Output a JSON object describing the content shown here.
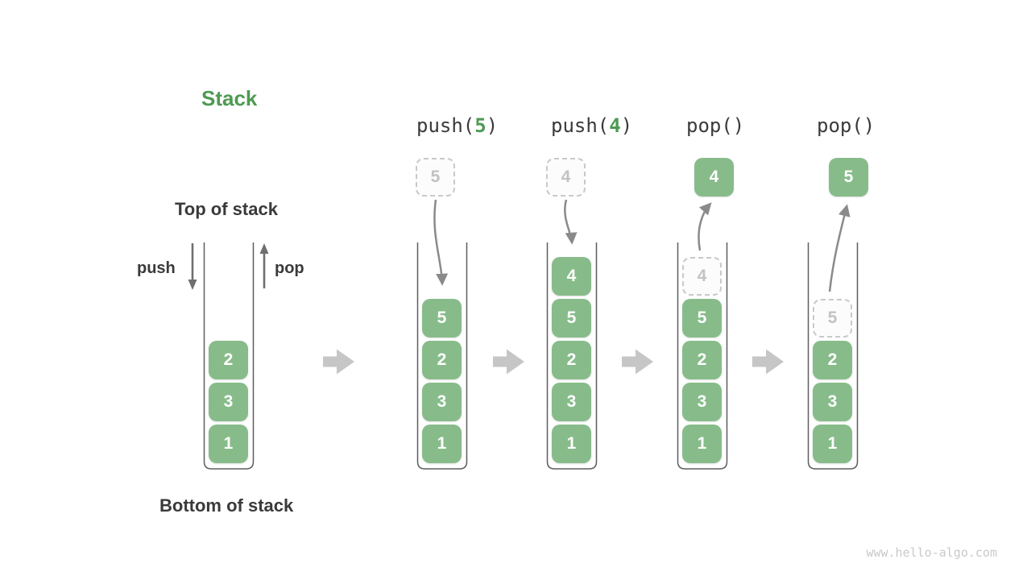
{
  "title": "Stack",
  "annotations": {
    "top_of_stack": "Top of stack",
    "bottom_of_stack": "Bottom of stack",
    "push_arrow_label": "push",
    "pop_arrow_label": "pop"
  },
  "operations": [
    {
      "label_prefix": "push(",
      "label_arg": "5",
      "label_suffix": ")"
    },
    {
      "label_prefix": "push(",
      "label_arg": "4",
      "label_suffix": ")"
    },
    {
      "label_prefix": "pop()",
      "label_arg": "",
      "label_suffix": ""
    },
    {
      "label_prefix": "pop()",
      "label_arg": "",
      "label_suffix": ""
    }
  ],
  "stacks": [
    {
      "items": [
        "2",
        "3",
        "1"
      ]
    },
    {
      "incoming": "5",
      "items": [
        "5",
        "2",
        "3",
        "1"
      ]
    },
    {
      "incoming": "4",
      "items": [
        "4",
        "5",
        "2",
        "3",
        "1"
      ]
    },
    {
      "outgoing": "4",
      "ghost": "4",
      "items": [
        "5",
        "2",
        "3",
        "1"
      ]
    },
    {
      "outgoing": "5",
      "ghost": "5",
      "items": [
        "2",
        "3",
        "1"
      ]
    }
  ],
  "watermark": "www.hello-algo.com",
  "colors": {
    "box-green": "#87BC8A",
    "accent-green": "#4D9A52",
    "text-dark": "#3A3A3A",
    "ghost-border": "#C9C9C9",
    "ghost-text": "#C2C2C2",
    "wall-gray": "#5E5E5E",
    "arrow-gray": "#8A8A8A",
    "arrow-dark": "#6F6F6F",
    "flow-arrow-gray": "#C6C6C6",
    "watermark-gray": "#C9C9C9"
  }
}
